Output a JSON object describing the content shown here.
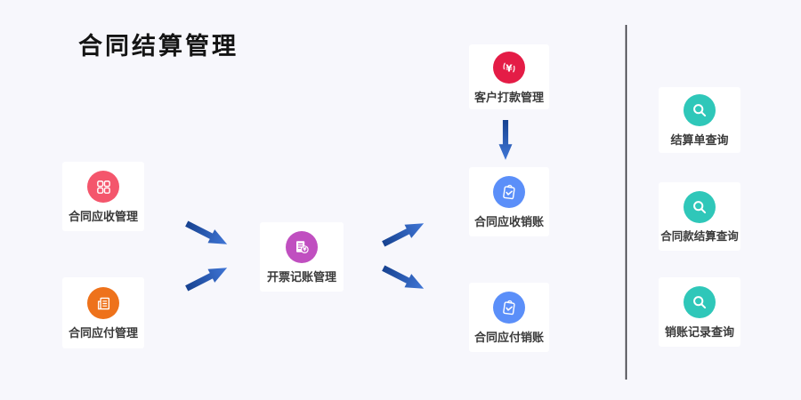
{
  "page": {
    "title": "合同结算管理",
    "background": "#f7f7fc"
  },
  "flow": {
    "nodes": [
      {
        "label": "合同应收管理",
        "icon": "app-grid-icon",
        "color": "#f4566c"
      },
      {
        "label": "合同应付管理",
        "icon": "document-icon",
        "color": "#ee721b"
      },
      {
        "label": "开票记账管理",
        "icon": "invoice-icon",
        "color": "#c04fc0"
      },
      {
        "label": "客户打款管理",
        "icon": "yuan-icon",
        "color": "#e41c46"
      },
      {
        "label": "合同应收销账",
        "icon": "clipboard-check-icon",
        "color": "#5b8ff9"
      },
      {
        "label": "合同应付销账",
        "icon": "clipboard-check-icon",
        "color": "#5b8ff9"
      }
    ],
    "queries": [
      {
        "label": "结算单查询",
        "icon": "search-icon",
        "color": "#2fc7b9"
      },
      {
        "label": "合同款结算查询",
        "icon": "search-icon",
        "color": "#2fc7b9"
      },
      {
        "label": "销账记录查询",
        "icon": "search-icon",
        "color": "#2fc7b9"
      }
    ],
    "arrow_color_start": "#16418f",
    "arrow_color_end": "#4076d6",
    "divider_color": "#2f2f36"
  }
}
